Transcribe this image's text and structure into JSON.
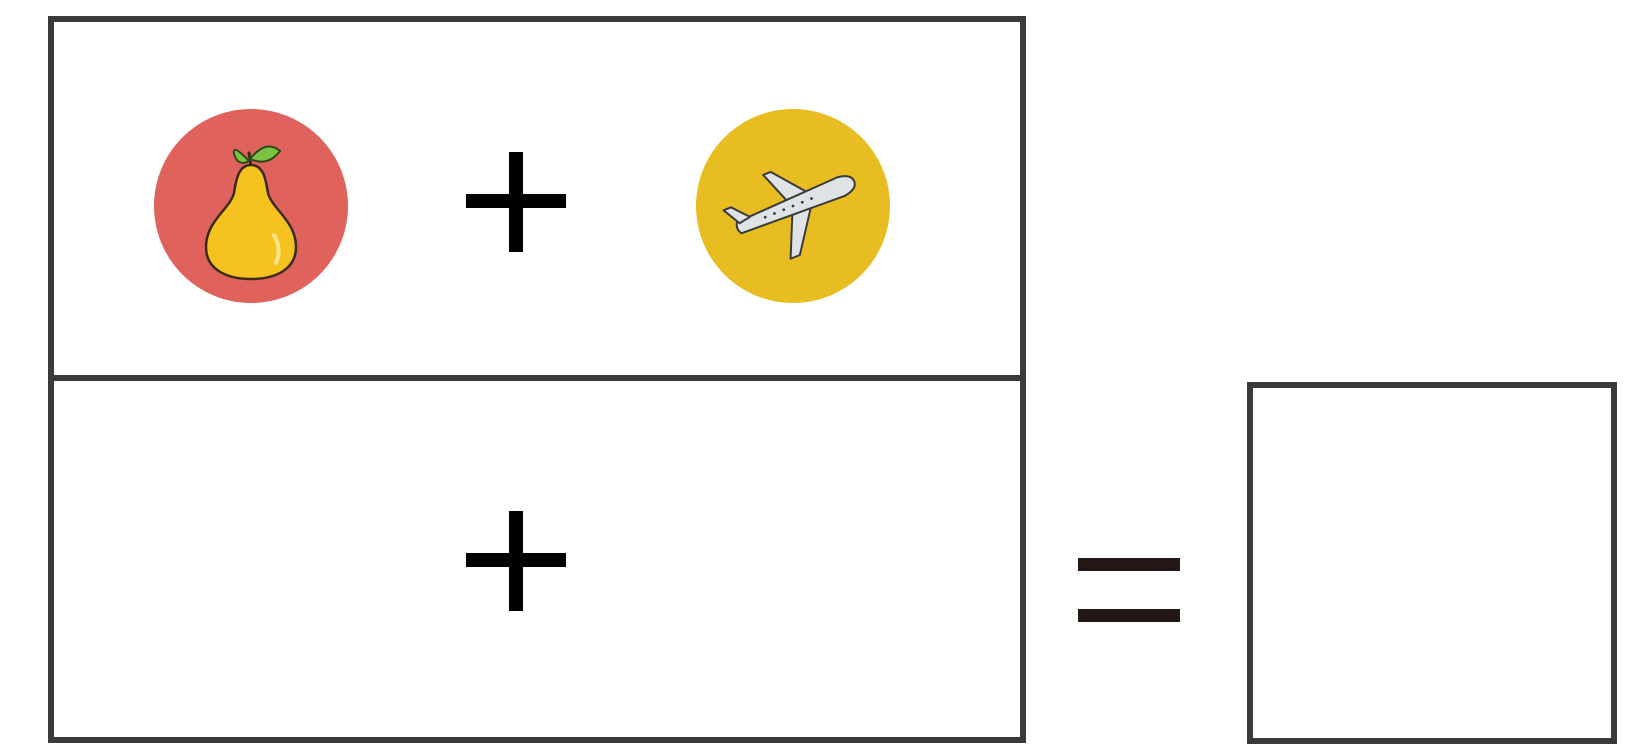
{
  "puzzle": {
    "row1": {
      "left_icon": "pear-icon",
      "operator": "plus",
      "right_icon": "airplane-icon"
    },
    "row2": {
      "operator": "plus"
    },
    "result_operator": "equals",
    "answer": ""
  },
  "colors": {
    "pear_circle": "#e0625c",
    "plane_circle": "#e8bd22",
    "pear_body": "#f5c21f",
    "leaf": "#7cc242",
    "plane_body": "#dfe3e6",
    "border": "#3a3a3a",
    "operator": "#000000"
  }
}
